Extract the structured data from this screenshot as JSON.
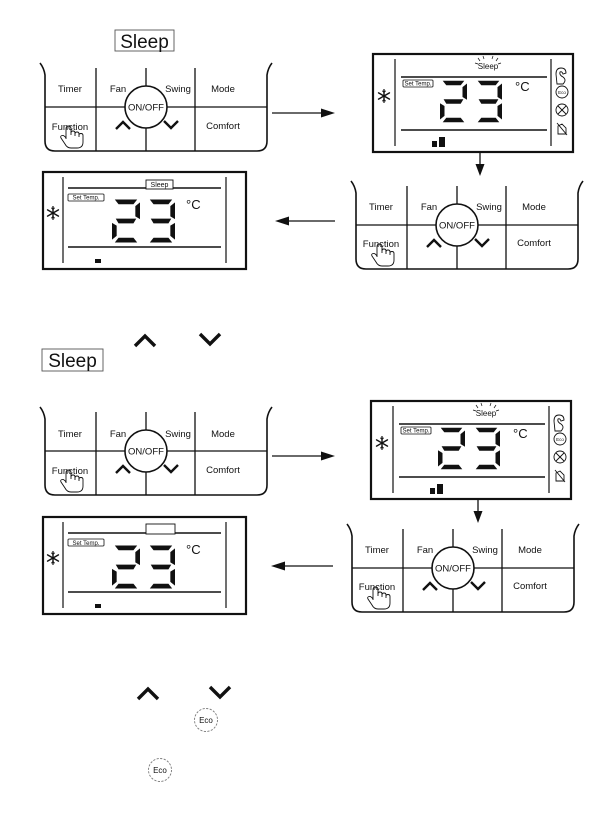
{
  "headings": {
    "sleep_top": "Sleep",
    "sleep_mid": "Sleep"
  },
  "remote": {
    "timer": "Timer",
    "fan": "Fan",
    "swing": "Swing",
    "mode": "Mode",
    "function": "Function",
    "comfort": "Comfort",
    "on_off": "ON/OFF"
  },
  "display": {
    "sleep_badge": "Sleep",
    "set_temp_label": "Set Temp.",
    "temperature": "23",
    "unit": "°C",
    "eco_icon_label": "Eco"
  },
  "bottom": {
    "eco_label_1": "Eco",
    "eco_label_2": "Eco"
  }
}
